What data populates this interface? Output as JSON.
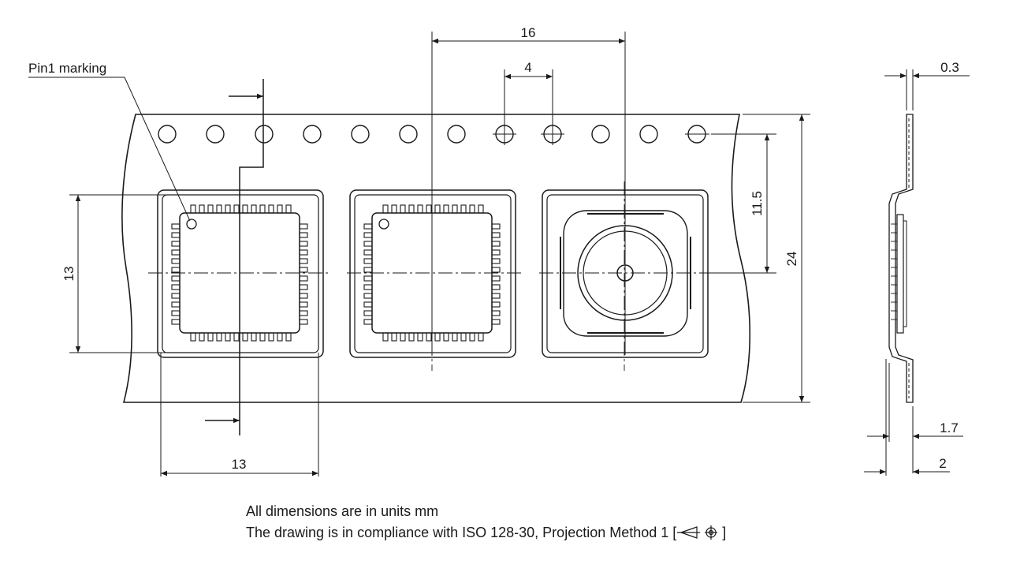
{
  "dimensions": {
    "pitch_component": "16",
    "pitch_sprocket": "4",
    "sprocket_to_center": "11.5",
    "tape_width": "24",
    "pocket_height": "13",
    "pocket_width": "13",
    "tape_thickness": "0.3",
    "pocket_depth_inner": "1.7",
    "pocket_depth_outer": "2"
  },
  "labels": {
    "pin1": "Pin1 marking"
  },
  "notes": {
    "units": "All dimensions are in units mm",
    "standard": "The drawing is in compliance with ISO 128-30, Projection Method 1 [",
    "bracket_close": "]"
  }
}
